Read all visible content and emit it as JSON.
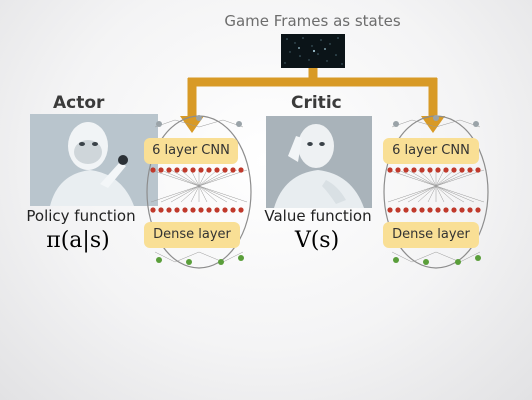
{
  "header": {
    "title": "Game Frames as states"
  },
  "actor": {
    "label": "Actor",
    "function_label": "Policy function",
    "math": "π(a|s)",
    "network": {
      "top_layer": "6 layer CNN",
      "bottom_layer": "Dense layer"
    }
  },
  "critic": {
    "label": "Critic",
    "function_label": "Value function",
    "math": "V(s)",
    "network": {
      "top_layer": "6 layer CNN",
      "bottom_layer": "Dense layer"
    }
  },
  "colors": {
    "arrow": "#d89a26",
    "layer_box": "#f9df95",
    "node_red": "#c0392b",
    "node_green": "#5a9e3a"
  }
}
